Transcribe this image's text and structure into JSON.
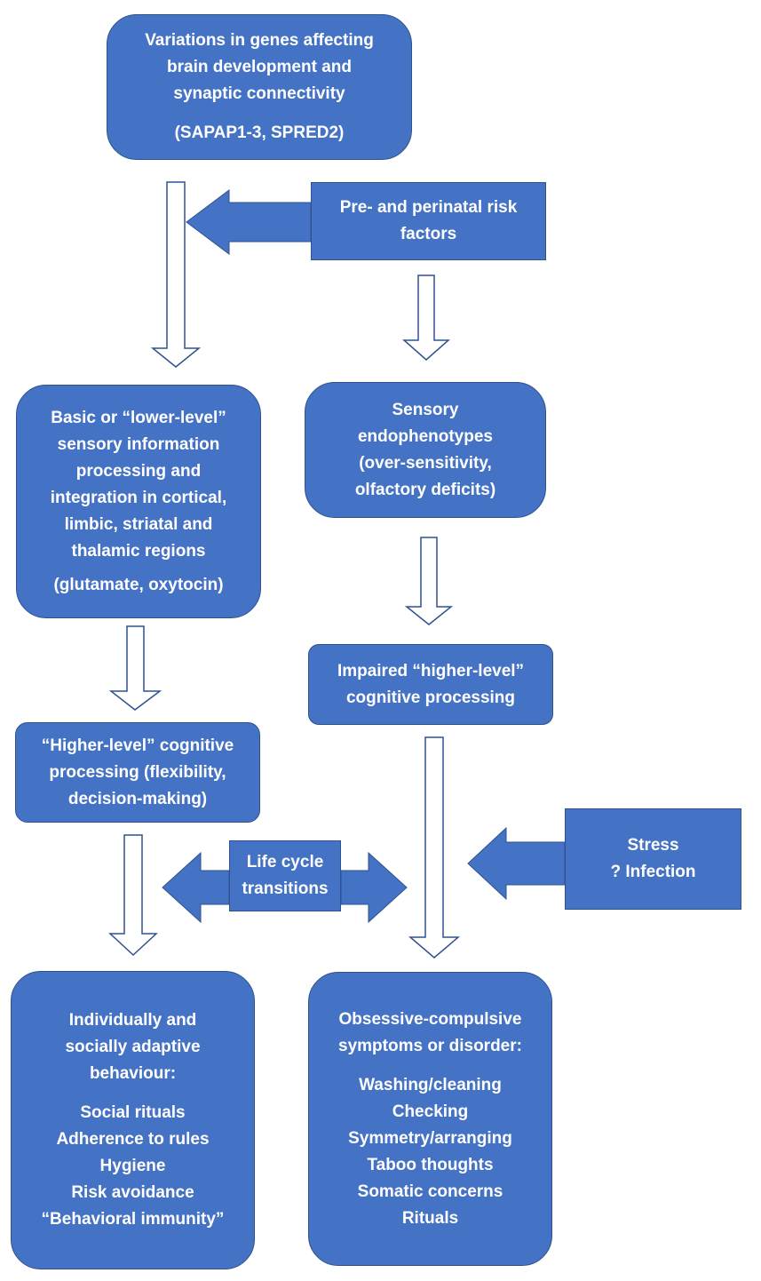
{
  "genes": {
    "lines": [
      "Variations in genes affecting",
      "brain development and",
      "synaptic connectivity"
    ],
    "detail": "(SAPAP1-3, SPRED2)"
  },
  "perinatal": {
    "lines": [
      "Pre- and perinatal risk",
      "factors"
    ]
  },
  "lower_level": {
    "lines": [
      "Basic or “lower-level”",
      "sensory information",
      "processing and",
      "integration in cortical,",
      "limbic, striatal and",
      "thalamic regions"
    ],
    "detail": "(glutamate, oxytocin)"
  },
  "sensory": {
    "lines": [
      "Sensory",
      "endophenotypes",
      "(over-sensitivity,",
      "olfactory deficits)"
    ]
  },
  "impaired": {
    "lines": [
      "Impaired “higher-level”",
      "cognitive processing"
    ]
  },
  "higher_level": {
    "lines": [
      "“Higher-level” cognitive",
      "processing (flexibility,",
      "decision-making)"
    ]
  },
  "life_cycle": {
    "lines": [
      "Life cycle",
      "transitions"
    ]
  },
  "stress": {
    "lines": [
      "Stress",
      "? Infection"
    ]
  },
  "adaptive": {
    "heading": [
      "Individually and",
      "socially adaptive",
      "behaviour:"
    ],
    "items": [
      "Social rituals",
      "Adherence to rules",
      "Hygiene",
      "Risk avoidance",
      "“Behavioral immunity”"
    ]
  },
  "ocd": {
    "heading": [
      "Obsessive-compulsive",
      "symptoms or disorder:"
    ],
    "items": [
      "Washing/cleaning",
      "Checking",
      "Symmetry/arranging",
      "Taboo thoughts",
      "Somatic concerns",
      "Rituals"
    ]
  },
  "colors": {
    "box_fill": "#4472c4",
    "box_border": "#2f528f",
    "text": "#ffffff",
    "hollow_arrow_stroke": "#2f528f"
  }
}
